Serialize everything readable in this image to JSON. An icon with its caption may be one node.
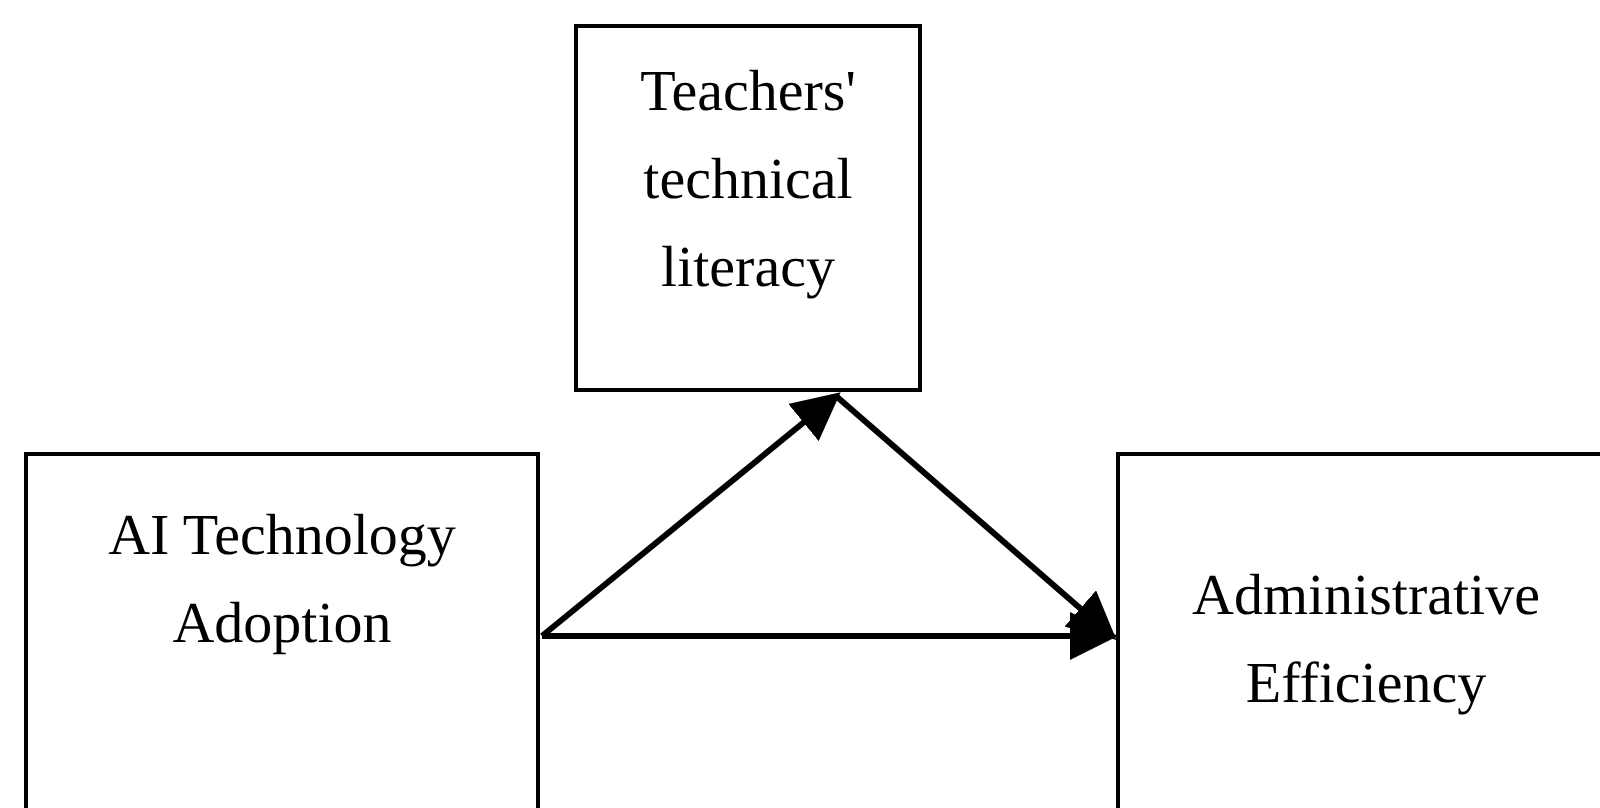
{
  "diagram": {
    "nodes": [
      {
        "text": [
          "Teachers' technical literacy"
        ]
      },
      {
        "text": [
          "AI Technology Adoption"
        ]
      },
      {
        "text": [
          "Administrative Efficiency"
        ]
      }
    ],
    "edges": [
      {
        "from": 1,
        "to": 0,
        "arrow": "to"
      },
      {
        "from": 0,
        "to": 2,
        "arrow": "to"
      },
      {
        "from": 1,
        "to": 2,
        "arrow": "to"
      }
    ]
  }
}
